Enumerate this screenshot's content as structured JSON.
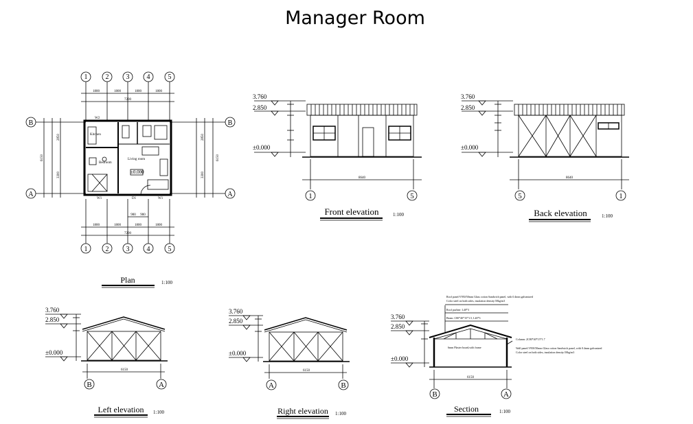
{
  "page_title": "Manager Room",
  "axes": {
    "nums": [
      "1",
      "2",
      "3",
      "4",
      "5"
    ],
    "letters": [
      "A",
      "B"
    ]
  },
  "plan": {
    "title": "Plan",
    "scale": "1:100",
    "dims_top": [
      "1800",
      "1800",
      "1800",
      "1800"
    ],
    "dim_total": "7200",
    "dims_side": [
      "2850",
      "3300",
      "6150"
    ],
    "rooms": {
      "kitchen": "Kitchen",
      "bedroom": "Bedroom",
      "living": "Living room"
    },
    "level": "±0.000",
    "door_d1": "D1",
    "win_w1": "W1",
    "win_w2": "W2",
    "door_dims": [
      "900",
      "900"
    ]
  },
  "front": {
    "title": "Front elevation",
    "scale": "1:100",
    "levels": [
      "3.760",
      "2.850",
      "±0.000"
    ],
    "span": "8640",
    "left_axis": "1",
    "right_axis": "5"
  },
  "back": {
    "title": "Back elevation",
    "scale": "1:100",
    "levels": [
      "3.760",
      "2.850",
      "±0.000"
    ],
    "span": "8640",
    "left_axis": "5",
    "right_axis": "1"
  },
  "left_elev": {
    "title": "Left elevation",
    "scale": "1:100",
    "levels": [
      "3.760",
      "2.850",
      "±0.000"
    ],
    "span": "6150",
    "left_axis": "B",
    "right_axis": "A"
  },
  "right_elev": {
    "title": "Right elevation",
    "scale": "1:100",
    "levels": [
      "3.760",
      "2.850",
      "±0.000"
    ],
    "span": "6150",
    "left_axis": "A",
    "right_axis": "B"
  },
  "section": {
    "title": "Section",
    "scale": "1:100",
    "levels": [
      "3.760",
      "2.850",
      "±0.000"
    ],
    "span": "6150",
    "left_axis": "B",
    "right_axis": "A",
    "notes": {
      "roof_panel_1": "Roof panel:V950/50mm Glass cotton  Sandwich panel, with 0.4mm galvanized",
      "roof_panel_2": "Color steel on both sides,  insulation density:50kg/m3",
      "roof_purline": "Roof purline: L40*3",
      "beam": "Beam: C80*40*15*1.5, L40*3",
      "plaster": "6mm Plaster board,with frame",
      "column": "Column: 2C80*40*15*1.7",
      "wall_1": "Wall panel:V950/50mm Glass cotton  Sandwich panel, with 0.4mm galvanized",
      "wall_2": "Color steel on both sides,  insulation density:50kg/m3"
    }
  }
}
